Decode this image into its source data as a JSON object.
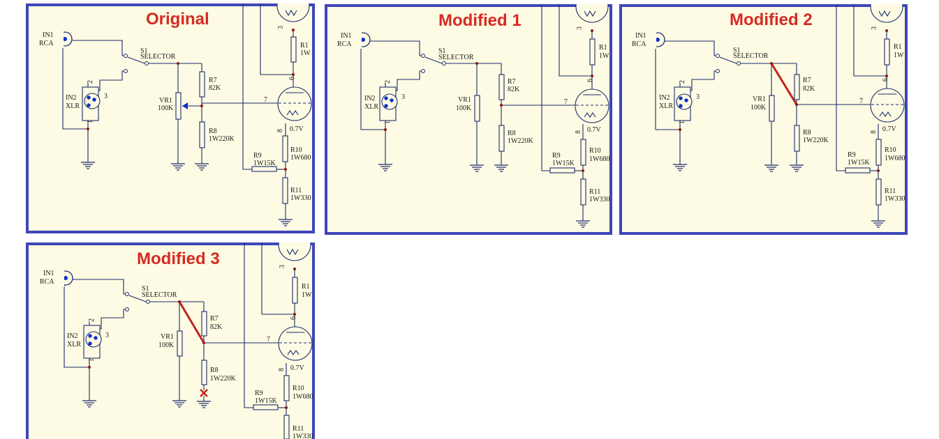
{
  "colors": {
    "background": "#fdfbe3",
    "frame": "#3e46b8",
    "title": "#d62a22",
    "wire": "#1c2a6e",
    "junction": "#8a1a14",
    "connector": "#1030c8",
    "modification": "#c0241c"
  },
  "panels": [
    {
      "title": "Original",
      "labels": {
        "in1_id": "IN1",
        "in1_type": "RCA",
        "s1_id": "S1",
        "s1_name": "SELECTOR",
        "in2_id": "IN2",
        "in2_type": "XLR",
        "xlr_pin1": "1",
        "xlr_pin2": "2",
        "xlr_pin3": "3",
        "vr1_id": "VR1",
        "vr1_value": "100K",
        "r7_id": "R7",
        "r7_value": "82K",
        "r8_id": "R8",
        "r8_value": "1W220K",
        "r9_id": "R9",
        "r9_value": "1W15K",
        "r10_id": "R10",
        "r10_value": "1W680",
        "r11_id": "R11",
        "r11_value": "1W330",
        "r1_id": "R1",
        "r1_value": "1W",
        "tube_pin_grid": "7",
        "tube_pin_cathode": "8",
        "tube_pin_plate": "6",
        "tube_pin_top": "3",
        "cathode_voltage": "0.7V"
      }
    },
    {
      "title": "Modified 1",
      "labels": {
        "in1_id": "IN1",
        "in1_type": "RCA",
        "s1_id": "S1",
        "s1_name": "SELECTOR",
        "in2_id": "IN2",
        "in2_type": "XLR",
        "xlr_pin1": "1",
        "xlr_pin2": "2",
        "xlr_pin3": "3",
        "vr1_id": "VR1",
        "vr1_value": "100K",
        "r7_id": "R7",
        "r7_value": "82K",
        "r8_id": "R8",
        "r8_value": "1W220K",
        "r9_id": "R9",
        "r9_value": "1W15K",
        "r10_id": "R10",
        "r10_value": "1W680",
        "r11_id": "R11",
        "r11_value": "1W330",
        "r1_id": "R1",
        "r1_value": "1W",
        "tube_pin_grid": "7",
        "tube_pin_cathode": "8",
        "tube_pin_plate": "6",
        "tube_pin_top": "3",
        "cathode_voltage": "0.7V"
      }
    },
    {
      "title": "Modified 2",
      "labels": {
        "in1_id": "IN1",
        "in1_type": "RCA",
        "s1_id": "S1",
        "s1_name": "SELECTOR",
        "in2_id": "IN2",
        "in2_type": "XLR",
        "xlr_pin1": "1",
        "xlr_pin2": "2",
        "xlr_pin3": "3",
        "vr1_id": "VR1",
        "vr1_value": "100K",
        "r7_id": "R7",
        "r7_value": "82K",
        "r8_id": "R8",
        "r8_value": "1W220K",
        "r9_id": "R9",
        "r9_value": "1W15K",
        "r10_id": "R10",
        "r10_value": "1W680",
        "r11_id": "R11",
        "r11_value": "1W330",
        "r1_id": "R1",
        "r1_value": "1W",
        "tube_pin_grid": "7",
        "tube_pin_cathode": "8",
        "tube_pin_plate": "6",
        "tube_pin_top": "3",
        "cathode_voltage": "0.7V"
      }
    },
    {
      "title": "Modified 3",
      "labels": {
        "in1_id": "IN1",
        "in1_type": "RCA",
        "s1_id": "S1",
        "s1_name": "SELECTOR",
        "in2_id": "IN2",
        "in2_type": "XLR",
        "xlr_pin1": "1",
        "xlr_pin2": "2",
        "xlr_pin3": "3",
        "vr1_id": "VR1",
        "vr1_value": "100K",
        "r7_id": "R7",
        "r7_value": "82K",
        "r8_id": "R8",
        "r8_value": "1W220K",
        "r9_id": "R9",
        "r9_value": "1W15K",
        "r10_id": "R10",
        "r10_value": "1W680",
        "r11_id": "R11",
        "r11_value": "1W330",
        "r1_id": "R1",
        "r1_value": "1W",
        "tube_pin_grid": "7",
        "tube_pin_cathode": "8",
        "tube_pin_plate": "6",
        "tube_pin_top": "3",
        "cathode_voltage": "0.7V"
      }
    }
  ]
}
